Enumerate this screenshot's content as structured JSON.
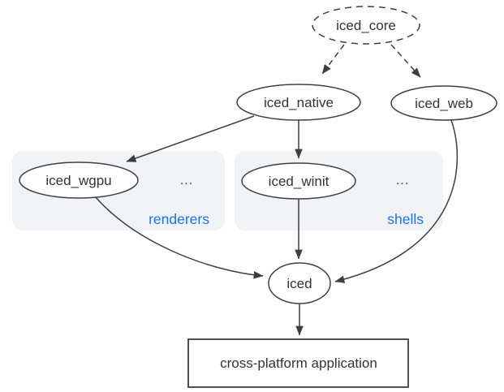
{
  "diagram": {
    "nodes": {
      "iced_core": {
        "label": "iced_core",
        "shape": "ellipse",
        "border": "dashed"
      },
      "iced_native": {
        "label": "iced_native",
        "shape": "ellipse",
        "border": "solid"
      },
      "iced_web": {
        "label": "iced_web",
        "shape": "ellipse",
        "border": "solid"
      },
      "iced_wgpu": {
        "label": "iced_wgpu",
        "shape": "ellipse",
        "border": "solid"
      },
      "iced_winit": {
        "label": "iced_winit",
        "shape": "ellipse",
        "border": "solid"
      },
      "iced": {
        "label": "iced",
        "shape": "ellipse",
        "border": "solid"
      },
      "application": {
        "label": "cross-platform application",
        "shape": "rect",
        "border": "solid"
      }
    },
    "groups": {
      "renderers": {
        "label": "renderers",
        "ellipsis": "...",
        "members": [
          "iced_wgpu"
        ]
      },
      "shells": {
        "label": "shells",
        "ellipsis": "...",
        "members": [
          "iced_winit"
        ]
      }
    },
    "edges": [
      {
        "from": "iced_core",
        "to": "iced_native",
        "style": "dashed"
      },
      {
        "from": "iced_core",
        "to": "iced_web",
        "style": "dashed"
      },
      {
        "from": "iced_native",
        "to": "iced_wgpu",
        "style": "solid"
      },
      {
        "from": "iced_native",
        "to": "iced_winit",
        "style": "solid"
      },
      {
        "from": "iced_wgpu",
        "to": "iced",
        "style": "solid"
      },
      {
        "from": "iced_winit",
        "to": "iced",
        "style": "solid"
      },
      {
        "from": "iced_web",
        "to": "iced",
        "style": "solid"
      },
      {
        "from": "iced",
        "to": "application",
        "style": "solid"
      }
    ],
    "colors": {
      "stroke": "#3c4043",
      "text": "#2f3338",
      "group_background": "#f1f3f6",
      "group_label": "#1a73e8",
      "node_fill": "#ffffff",
      "page_background": "#ffffff"
    }
  }
}
